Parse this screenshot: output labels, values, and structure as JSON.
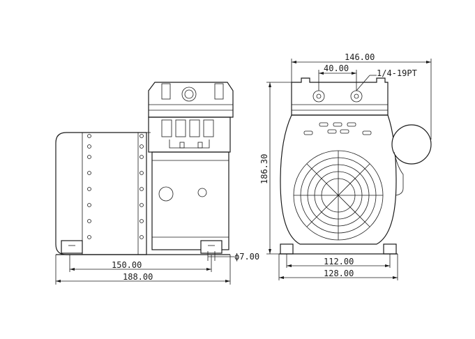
{
  "dimensions": {
    "side_length_base": "150.00",
    "side_length_total": "188.00",
    "hole_diameter": "ϕ7.00",
    "front_width_total": "146.00",
    "port_spacing": "40.00",
    "port_thread": "1/4-19PT",
    "front_height": "186.30",
    "front_base_inner": "112.00",
    "front_base_outer": "128.00"
  }
}
